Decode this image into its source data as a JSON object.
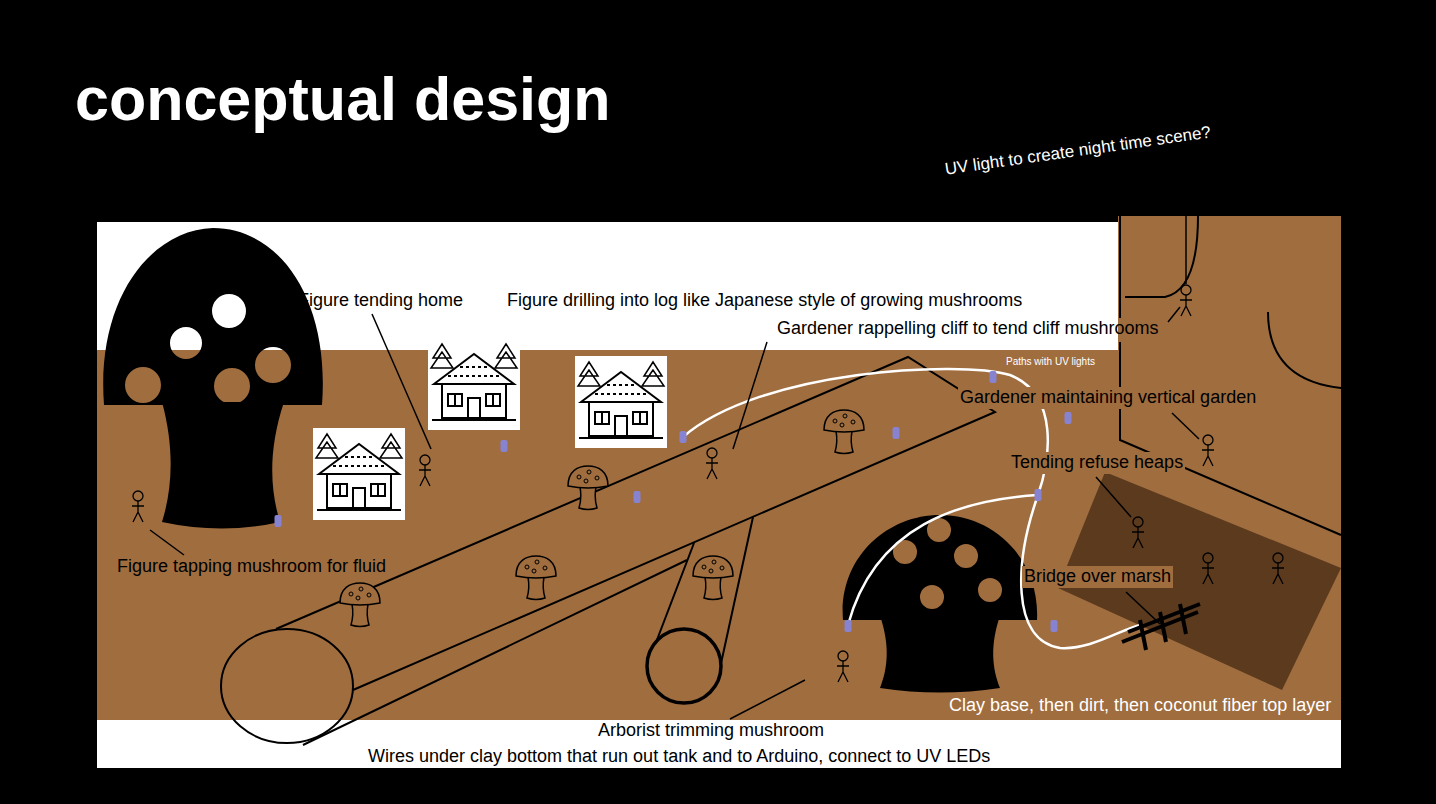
{
  "diagram": {
    "title": "conceptual design",
    "labels": [
      "UV light to create night time scene?",
      "Figure tending home",
      "Figure drilling into log like Japanese style of growing mushrooms",
      "Gardener rappelling cliff to tend cliff mushrooms",
      "Paths with UV lights",
      "Gardener maintaining vertical garden",
      "Tending refuse heaps",
      "Figure tapping mushroom for fluid",
      "Bridge over marsh",
      "Clay base, then dirt, then coconut fiber top layer",
      "Arborist trimming mushroom",
      "Wires under clay bottom that run out tank and to Arduino, connect to UV LEDs"
    ]
  }
}
